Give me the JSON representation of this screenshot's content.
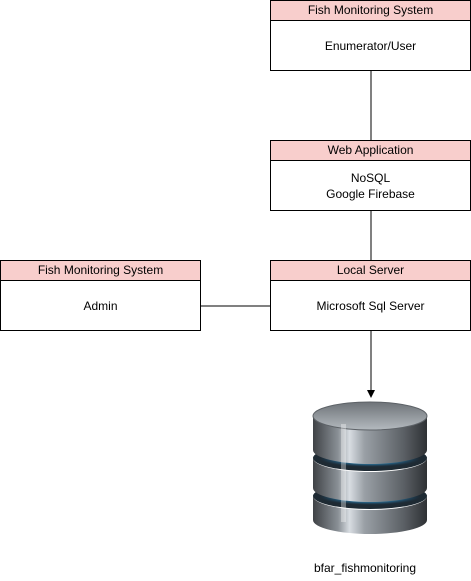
{
  "nodes": {
    "user_system": {
      "header": "Fish Monitoring System",
      "lines": [
        "Enumerator/User"
      ]
    },
    "web_app": {
      "header": "Web Application",
      "lines": [
        "NoSQL",
        "Google Firebase"
      ]
    },
    "admin_system": {
      "header": "Fish Monitoring System",
      "lines": [
        "Admin"
      ]
    },
    "local_server": {
      "header": "Local Server",
      "lines": [
        "Microsoft Sql Server"
      ]
    }
  },
  "database": {
    "label": "bfar_fishmonitoring",
    "icon": "database-icon"
  },
  "colors": {
    "header_fill": "#f8cecc",
    "border": "#000000"
  }
}
